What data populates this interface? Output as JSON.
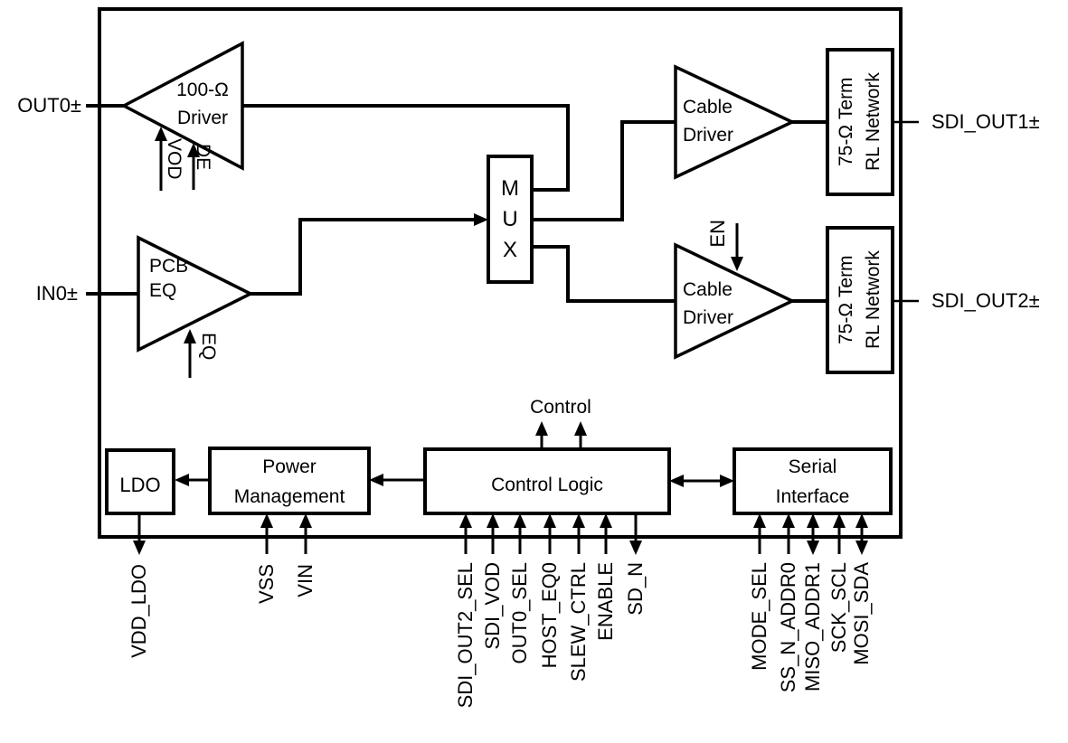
{
  "ports": {
    "out0": "OUT0±",
    "in0": "IN0±",
    "sdi_out1": "SDI_OUT1±",
    "sdi_out2": "SDI_OUT2±"
  },
  "blocks": {
    "driver100": {
      "line1": "100-Ω",
      "line2": "Driver"
    },
    "pcb_eq": {
      "line1": "PCB",
      "line2": "EQ"
    },
    "mux": {
      "text": "M\nU\nX"
    },
    "cable_driver1": {
      "line1": "Cable",
      "line2": "Driver"
    },
    "cable_driver2": {
      "line1": "Cable",
      "line2": "Driver"
    },
    "term1": {
      "text": "75-Ω Term\nRL Network"
    },
    "term2": {
      "text": "75-Ω Term\nRL Network"
    },
    "ldo": {
      "label": "LDO"
    },
    "power_mgmt": {
      "line1": "Power",
      "line2": "Management"
    },
    "control_logic": {
      "label": "Control Logic"
    },
    "serial_interface": {
      "line1": "Serial",
      "line2": "Interface"
    }
  },
  "signals": {
    "vod": "VOD",
    "de": "DE",
    "eq": "EQ",
    "en": "EN",
    "control": "Control"
  },
  "pins": {
    "vdd_ldo": "VDD_LDO",
    "vss": "VSS",
    "vin": "VIN",
    "control_logic": [
      "SDI_OUT2_SEL",
      "SDI_VOD",
      "OUT0_SEL",
      "HOST_EQ0",
      "SLEW_CTRL",
      "ENABLE",
      "SD_N"
    ],
    "serial": [
      "MODE_SEL",
      "SS_N_ADDR0",
      "MISO_ADDR1",
      "SCK_SCL",
      "MOSI_SDA"
    ]
  },
  "colors": {
    "line": "#000000",
    "background": "#ffffff"
  }
}
